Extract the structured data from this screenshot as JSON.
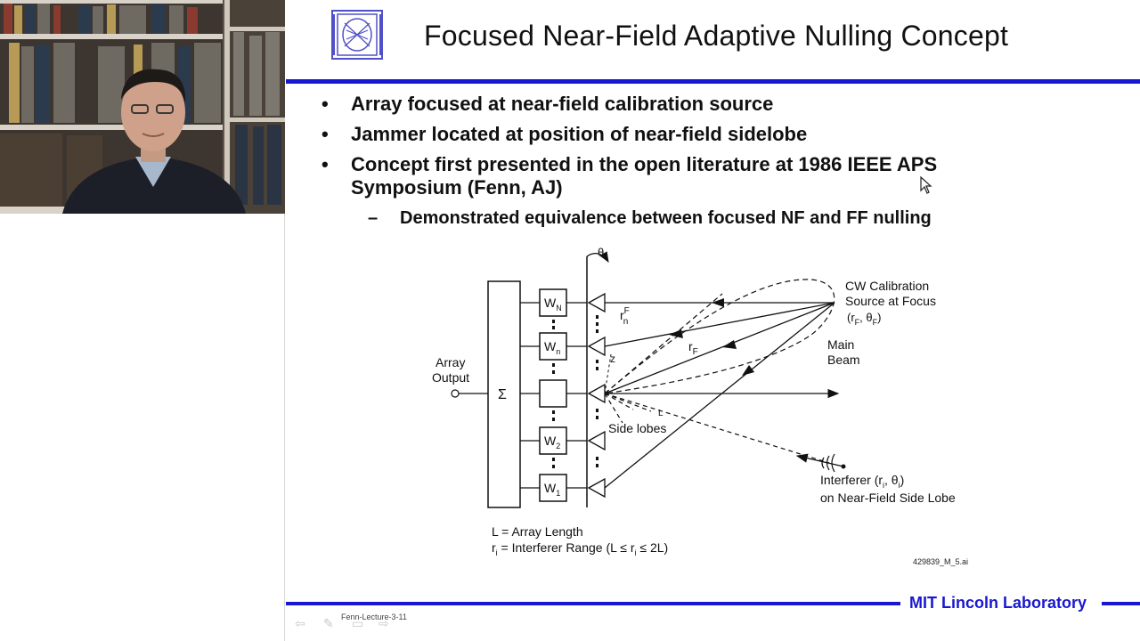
{
  "slide": {
    "title": "Focused Near-Field Adaptive Nulling Concept",
    "bullets": [
      "Array focused at near-field calibration source",
      "Jammer located at position of near-field sidelobe",
      "Concept first presented in the open literature at 1986 IEEE APS",
      "Symposium (Fenn, AJ)"
    ],
    "sub_bullet": "Demonstrated equivalence between focused NF and FF nulling",
    "bullet_marker": "•",
    "sub_marker": "–",
    "footer": "MIT Lincoln Laboratory",
    "lecture_id": "Fenn-Lecture-3-11",
    "figure_id": "429839_M_5.ai"
  },
  "diagram": {
    "theta": "θ",
    "sigma": "Σ",
    "w_n_cap": "W",
    "w_n_cap_sub": "N",
    "w_n_small": "W",
    "w_n_small_sub": "n",
    "w_2": "W",
    "w_2_sub": "2",
    "w_1": "W",
    "w_1_sub": "1",
    "array_output_1": "Array",
    "array_output_2": "Output",
    "cw_1": "CW Calibration",
    "cw_2": "Source at Focus",
    "cw_3_open": "(r",
    "cw_3_sub_f": "F",
    "cw_3_mid": ", θ",
    "cw_3_sub_f2": "F",
    "cw_3_close": ")",
    "main_beam_1": "Main",
    "main_beam_2": "Beam",
    "r_n_f": "r",
    "r_n_f_sup": "F",
    "r_n_f_sub": "n",
    "r_f": "r",
    "r_f_sub": "F",
    "z": "z",
    "l": "L",
    "side_lobes": "Side lobes",
    "interferer_1_open": "Interferer (r",
    "interferer_1_sub": "i",
    "interferer_1_mid": ", θ",
    "interferer_1_sub2": "i",
    "interferer_1_close": ")",
    "interferer_2": "on Near-Field Side Lobe",
    "legend_1": "L = Array Length",
    "legend_2_a": "r",
    "legend_2_sub": "i",
    "legend_2_b": " = Interferer Range (L ≤ r",
    "legend_2_sub2": "i",
    "legend_2_c": " ≤ 2L)"
  },
  "nav": {
    "prev": "⇦",
    "pen": "✎",
    "screen": "▭",
    "next": "⇨"
  }
}
